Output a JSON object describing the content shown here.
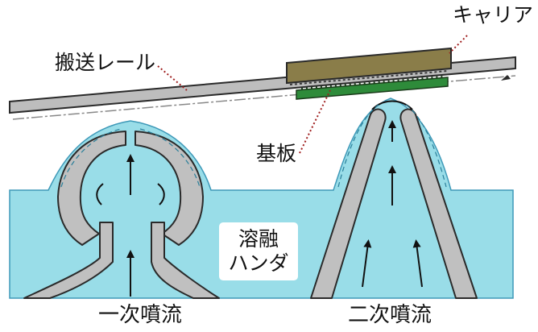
{
  "labels": {
    "carrier": "キャリア",
    "rail": "搬送レール",
    "board": "基板",
    "molten_solder_line1": "溶融",
    "molten_solder_line2": "ハンダ",
    "primary_wave": "一次噴流",
    "secondary_wave": "二次噴流"
  },
  "colors": {
    "solder": "#99dde8",
    "nozzle_wall": "#c0c0c0",
    "rail": "#bdbdbd",
    "carrier": "#8a7d49",
    "board": "#2e8b3a",
    "flow_arrow": "#111111",
    "leader_line": "#a02020"
  }
}
